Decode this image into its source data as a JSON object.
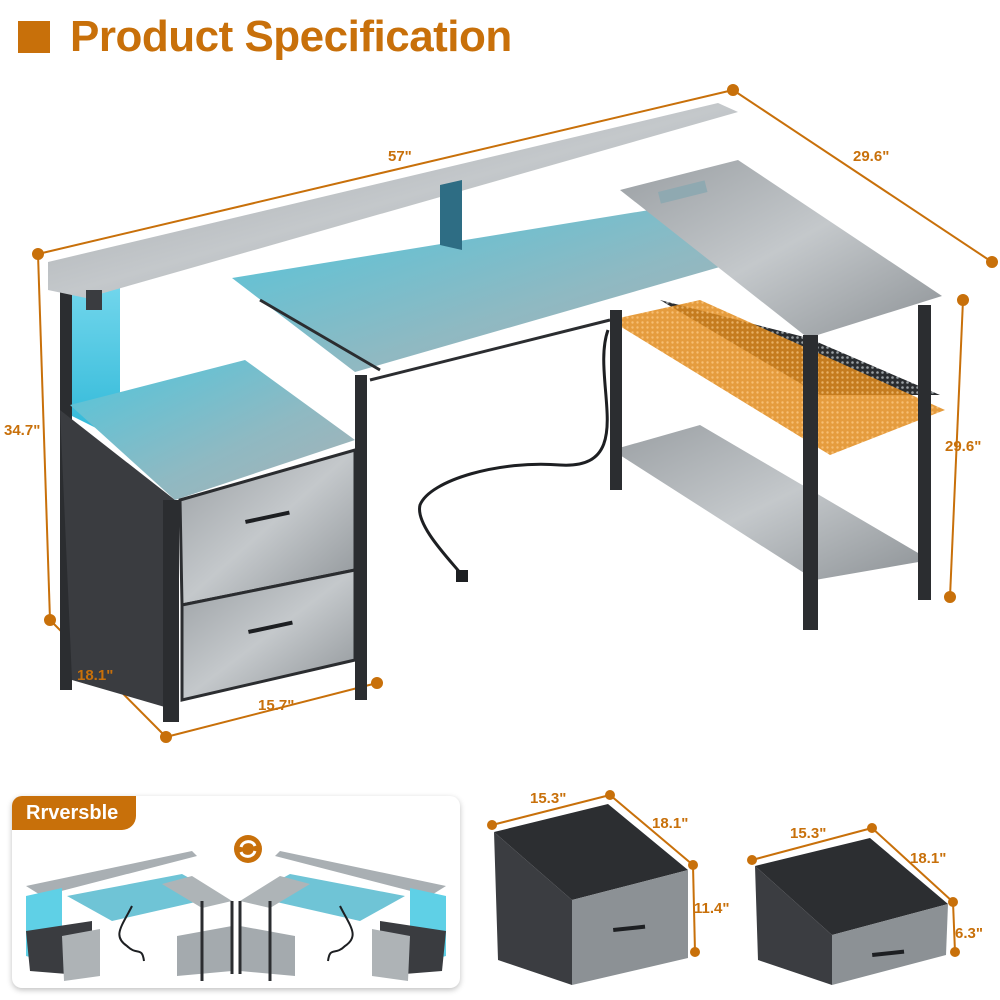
{
  "header": {
    "title": "Product Specification",
    "accent_color": "#c8700a"
  },
  "main_desk": {
    "dimensions": {
      "width": "57\"",
      "depth_return": "29.6\"",
      "height": "34.7\"",
      "shelf_height": "29.6\"",
      "cabinet_depth": "18.1\"",
      "cabinet_width": "15.7\""
    },
    "features": [
      "led-light-strip",
      "monitor-riser",
      "power-outlet-strip",
      "adjustable-mesh-shelf",
      "file-drawers",
      "fabric-side-panel",
      "power-cord-plug"
    ]
  },
  "reversible_panel": {
    "badge_label": "Rrversble",
    "icon": "swap-arrows-icon"
  },
  "drawers": [
    {
      "name": "large-drawer",
      "width": "15.3\"",
      "depth": "18.1\"",
      "height": "11.4\""
    },
    {
      "name": "small-drawer",
      "width": "15.3\"",
      "depth": "18.1\"",
      "height": "6.3\""
    }
  ]
}
